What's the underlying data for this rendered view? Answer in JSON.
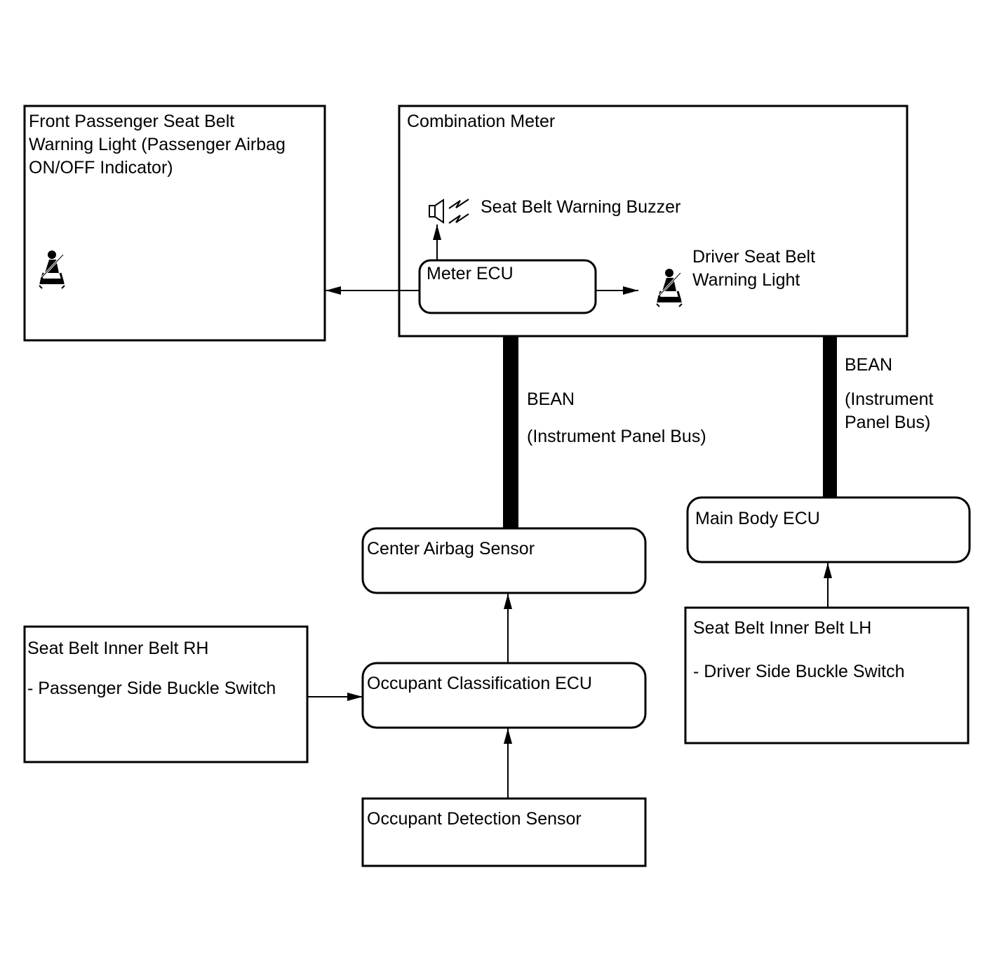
{
  "blocks": {
    "front_passenger_light": {
      "label": [
        "Front Passenger Seat Belt",
        "Warning Light (Passenger Airbag",
        "ON/OFF Indicator)"
      ]
    },
    "combination_meter": {
      "label": "Combination Meter"
    },
    "buzzer": {
      "label": "Seat Belt Warning Buzzer"
    },
    "meter_ecu": {
      "label": "Meter ECU"
    },
    "driver_light": {
      "label": [
        "Driver Seat Belt",
        "Warning Light"
      ]
    },
    "center_airbag_sensor": {
      "label": "Center Airbag Sensor"
    },
    "main_body_ecu": {
      "label": "Main Body ECU"
    },
    "inner_belt_rh": {
      "label": "Seat Belt Inner Belt RH",
      "sub": "- Passenger Side Buckle Switch"
    },
    "occupant_classification_ecu": {
      "label": "Occupant Classification ECU"
    },
    "inner_belt_lh": {
      "label": "Seat Belt Inner Belt LH",
      "sub": "- Driver Side Buckle Switch"
    },
    "occupant_detection_sensor": {
      "label": "Occupant Detection Sensor"
    }
  },
  "buses": {
    "left": {
      "name": "BEAN",
      "desc": "(Instrument Panel Bus)"
    },
    "right": {
      "name": "BEAN",
      "desc": [
        "(Instrument",
        "Panel Bus)"
      ]
    }
  },
  "icons": [
    "seatbelt-person-icon",
    "speaker-icon",
    "arrow-icon"
  ],
  "colors": {
    "line": "#000000",
    "background": "#ffffff"
  }
}
